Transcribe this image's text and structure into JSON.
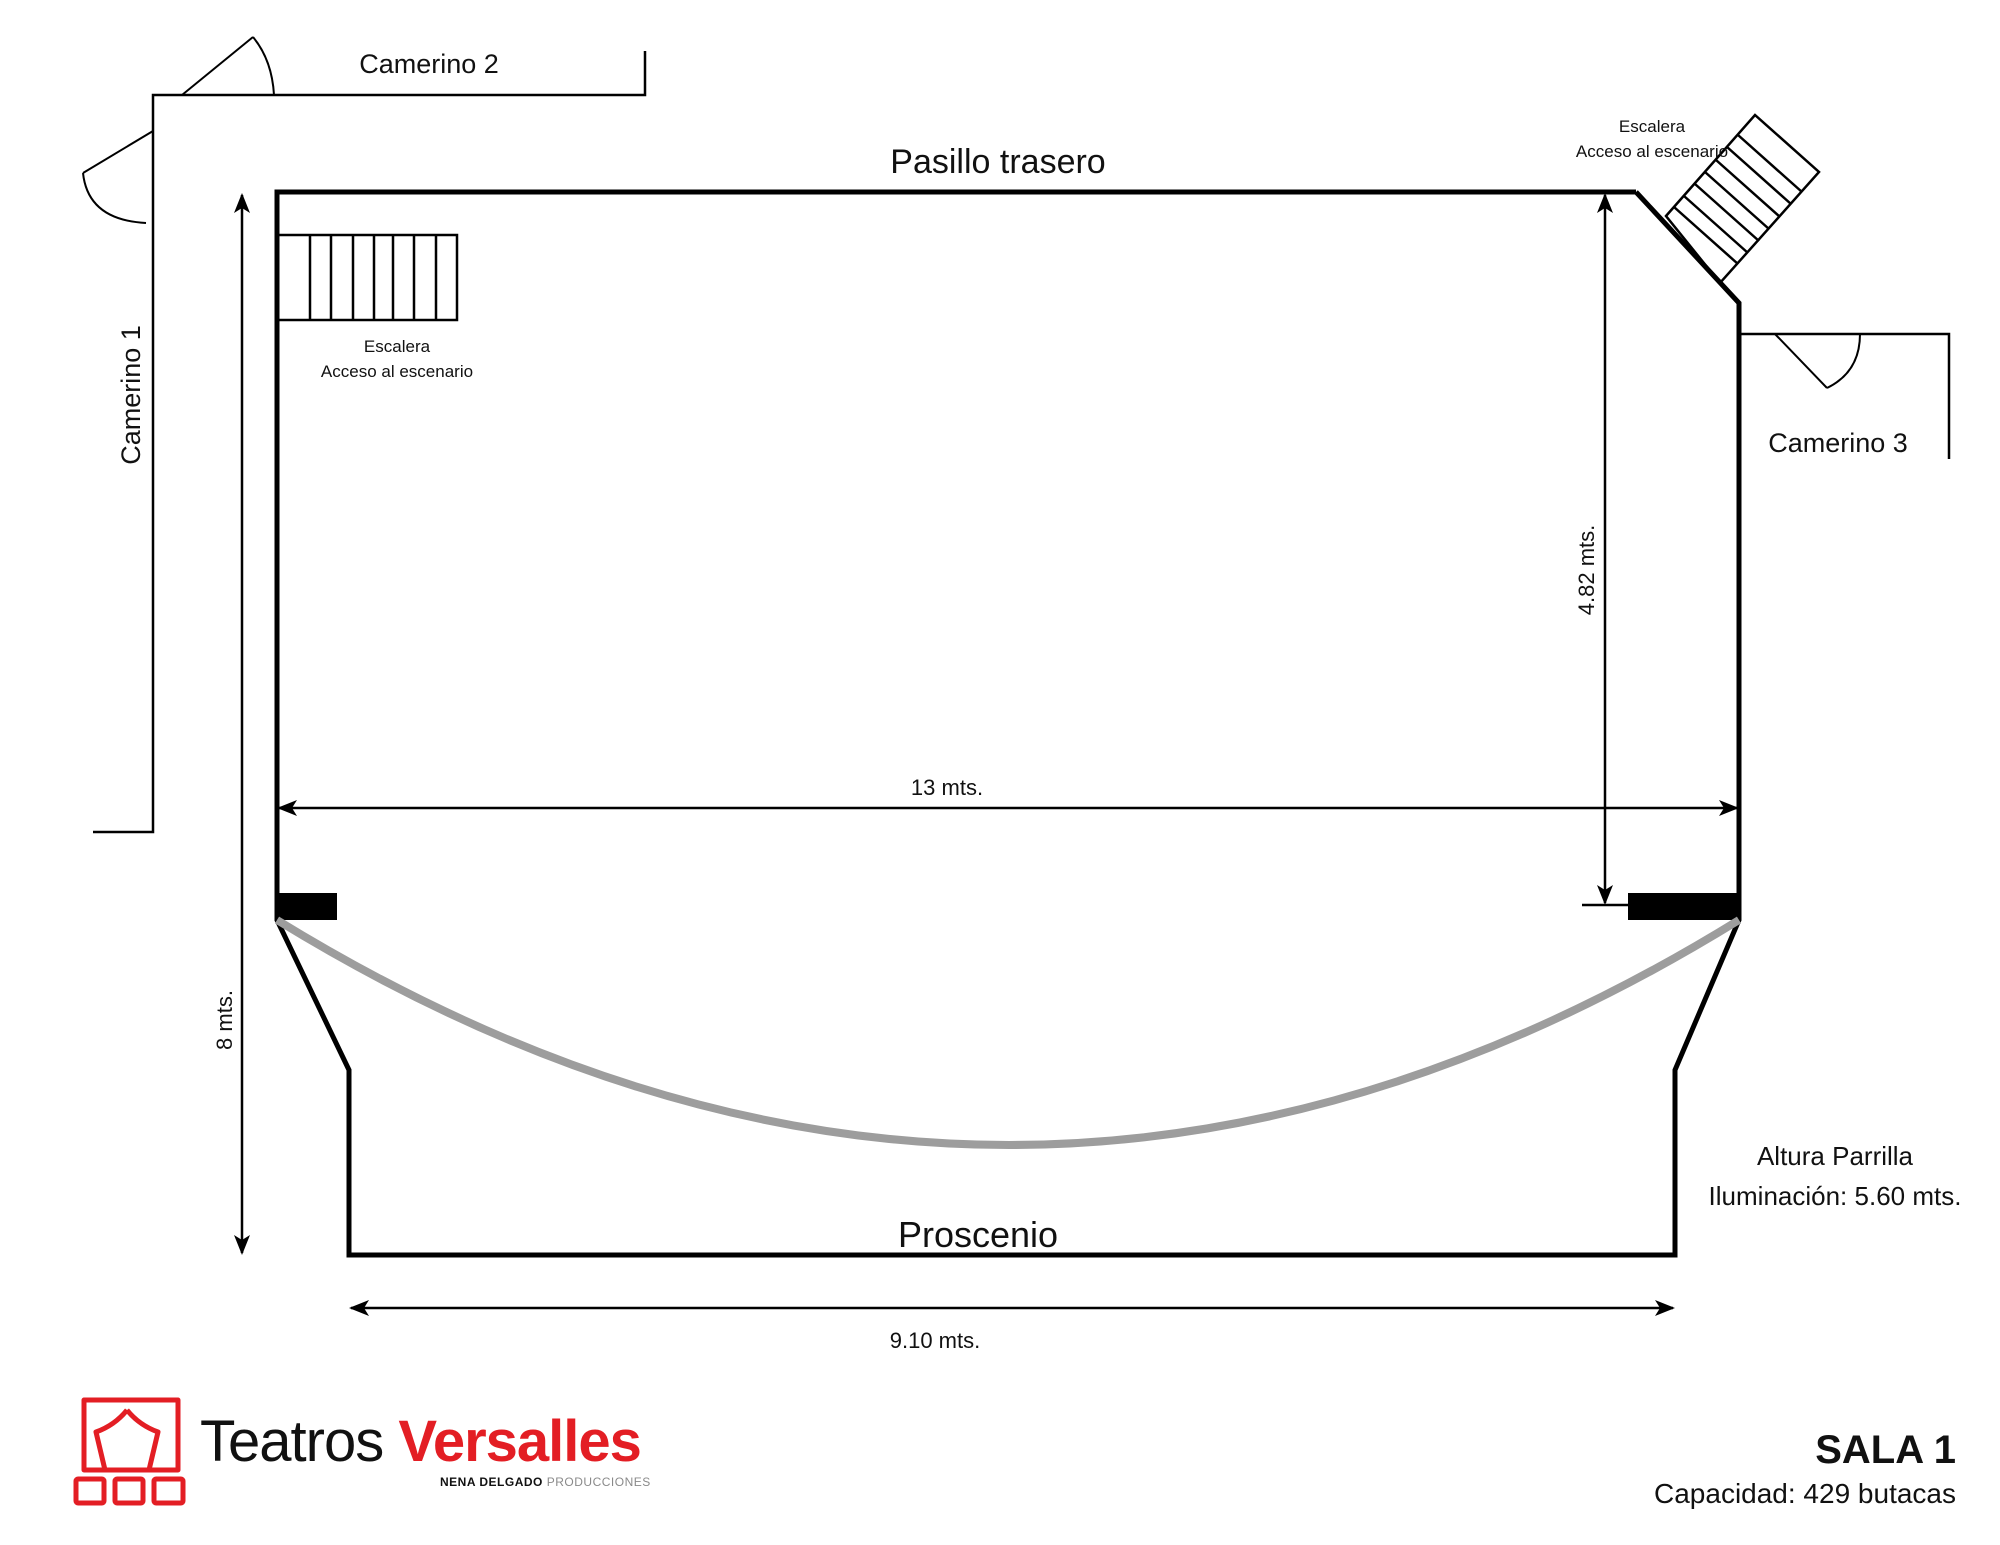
{
  "plan": {
    "title": "SALA 1",
    "capacity": "Capacidad: 429 butacas",
    "rooms": {
      "dressing_1": "Camerino 1",
      "dressing_2": "Camerino 2",
      "dressing_3": "Camerino 3",
      "back_corridor": "Pasillo trasero",
      "proscenium": "Proscenio"
    },
    "stairs": [
      {
        "line1": "Escalera",
        "line2": "Acceso al escenario",
        "position": "left"
      },
      {
        "line1": "Escalera",
        "line2": "Acceso al escenario",
        "position": "right"
      }
    ],
    "dimensions": {
      "stage_width": "13 mts.",
      "total_depth": "8 mts.",
      "stage_depth": "4.82 mts.",
      "proscenium_width": "9.10 mts."
    },
    "grid_height": {
      "line1": "Altura Parrilla",
      "line2": "Iluminación: 5.60 mts."
    }
  },
  "brand": {
    "name_light": "Teatros",
    "name_bold": "Versalles",
    "sub_bold": "NENA DELGADO",
    "sub_light": "PRODUCCIONES",
    "colors": {
      "red": "#e31e24",
      "grey": "#8a8a8a",
      "curve": "#9d9d9d",
      "ink": "#000000"
    }
  }
}
